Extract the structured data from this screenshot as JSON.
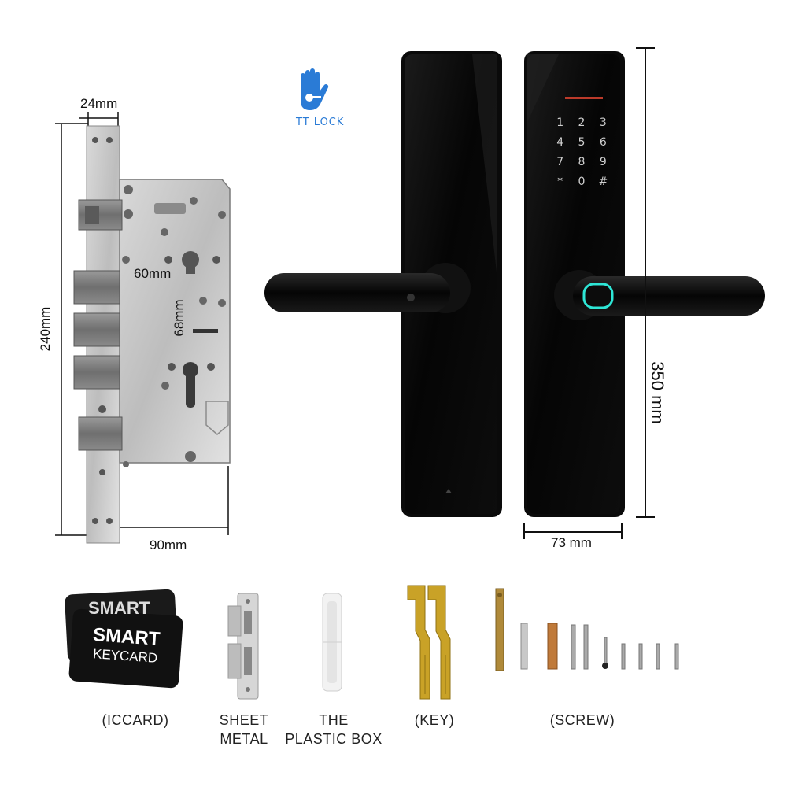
{
  "logo": {
    "text": "TT LOCK",
    "icon": "hand-key-icon",
    "color": "#2a7bd6"
  },
  "mortise": {
    "width_label": "24mm",
    "height_label": "240mm",
    "backset_label": "60mm",
    "center_label": "68mm",
    "depth_label": "90mm"
  },
  "handle": {
    "height_label": "350 mm",
    "width_label": "73 mm",
    "keypad": [
      "1",
      "2",
      "3",
      "4",
      "5",
      "6",
      "7",
      "8",
      "9",
      "*",
      "0",
      "#"
    ]
  },
  "accessories": [
    {
      "id": "iccard",
      "caption": "(ICCARD)",
      "card_top": "SMART",
      "card_line1": "SMART",
      "card_line2": "KEYCARD"
    },
    {
      "id": "sheet-metal",
      "caption_line1": "SHEET",
      "caption_line2": "METAL"
    },
    {
      "id": "plastic-box",
      "caption_line1": "THE",
      "caption_line2": "PLASTIC BOX"
    },
    {
      "id": "key",
      "caption": "(KEY)"
    },
    {
      "id": "screw",
      "caption": "(SCREW)"
    }
  ]
}
